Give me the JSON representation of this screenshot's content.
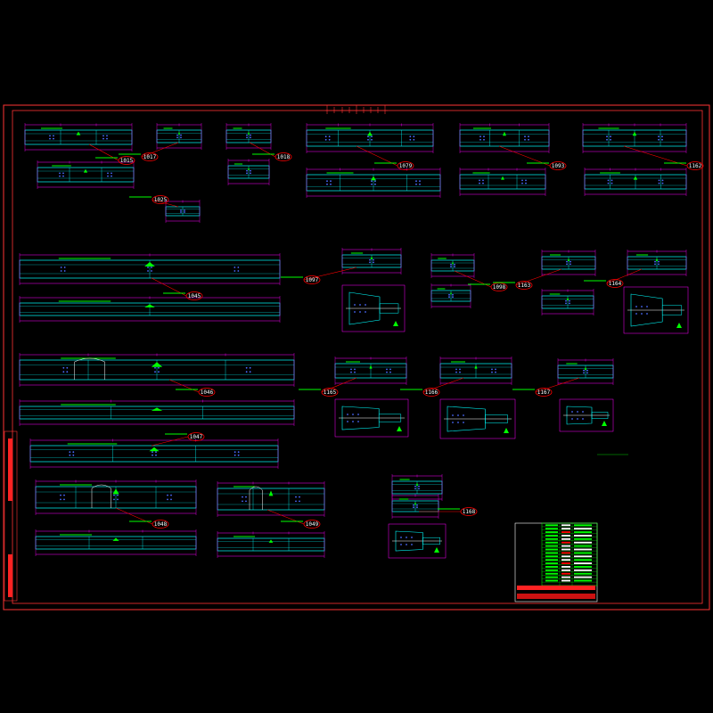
{
  "drawing": {
    "title": "",
    "colors": {
      "background": "#000000",
      "border": "#ff3333",
      "member_outline": "#00ffff",
      "dimension": "#ff00ff",
      "weld_note": "#00ff00",
      "callout": "#ff0000",
      "leader": "#ff0000",
      "bolt": "#4a6cff",
      "text": "#ffffff"
    },
    "mark_labels": [
      "1015",
      "1017",
      "1018",
      "1025",
      "1079",
      "1093",
      "1162",
      "1045",
      "1097",
      "1098",
      "1163",
      "1164",
      "1046",
      "1165",
      "1166",
      "1167",
      "1047",
      "1048",
      "1049",
      "1168"
    ],
    "notes": {
      "heading": "",
      "lines": [
        "",
        "",
        ""
      ]
    },
    "title_block": {
      "rows": 18
    }
  }
}
